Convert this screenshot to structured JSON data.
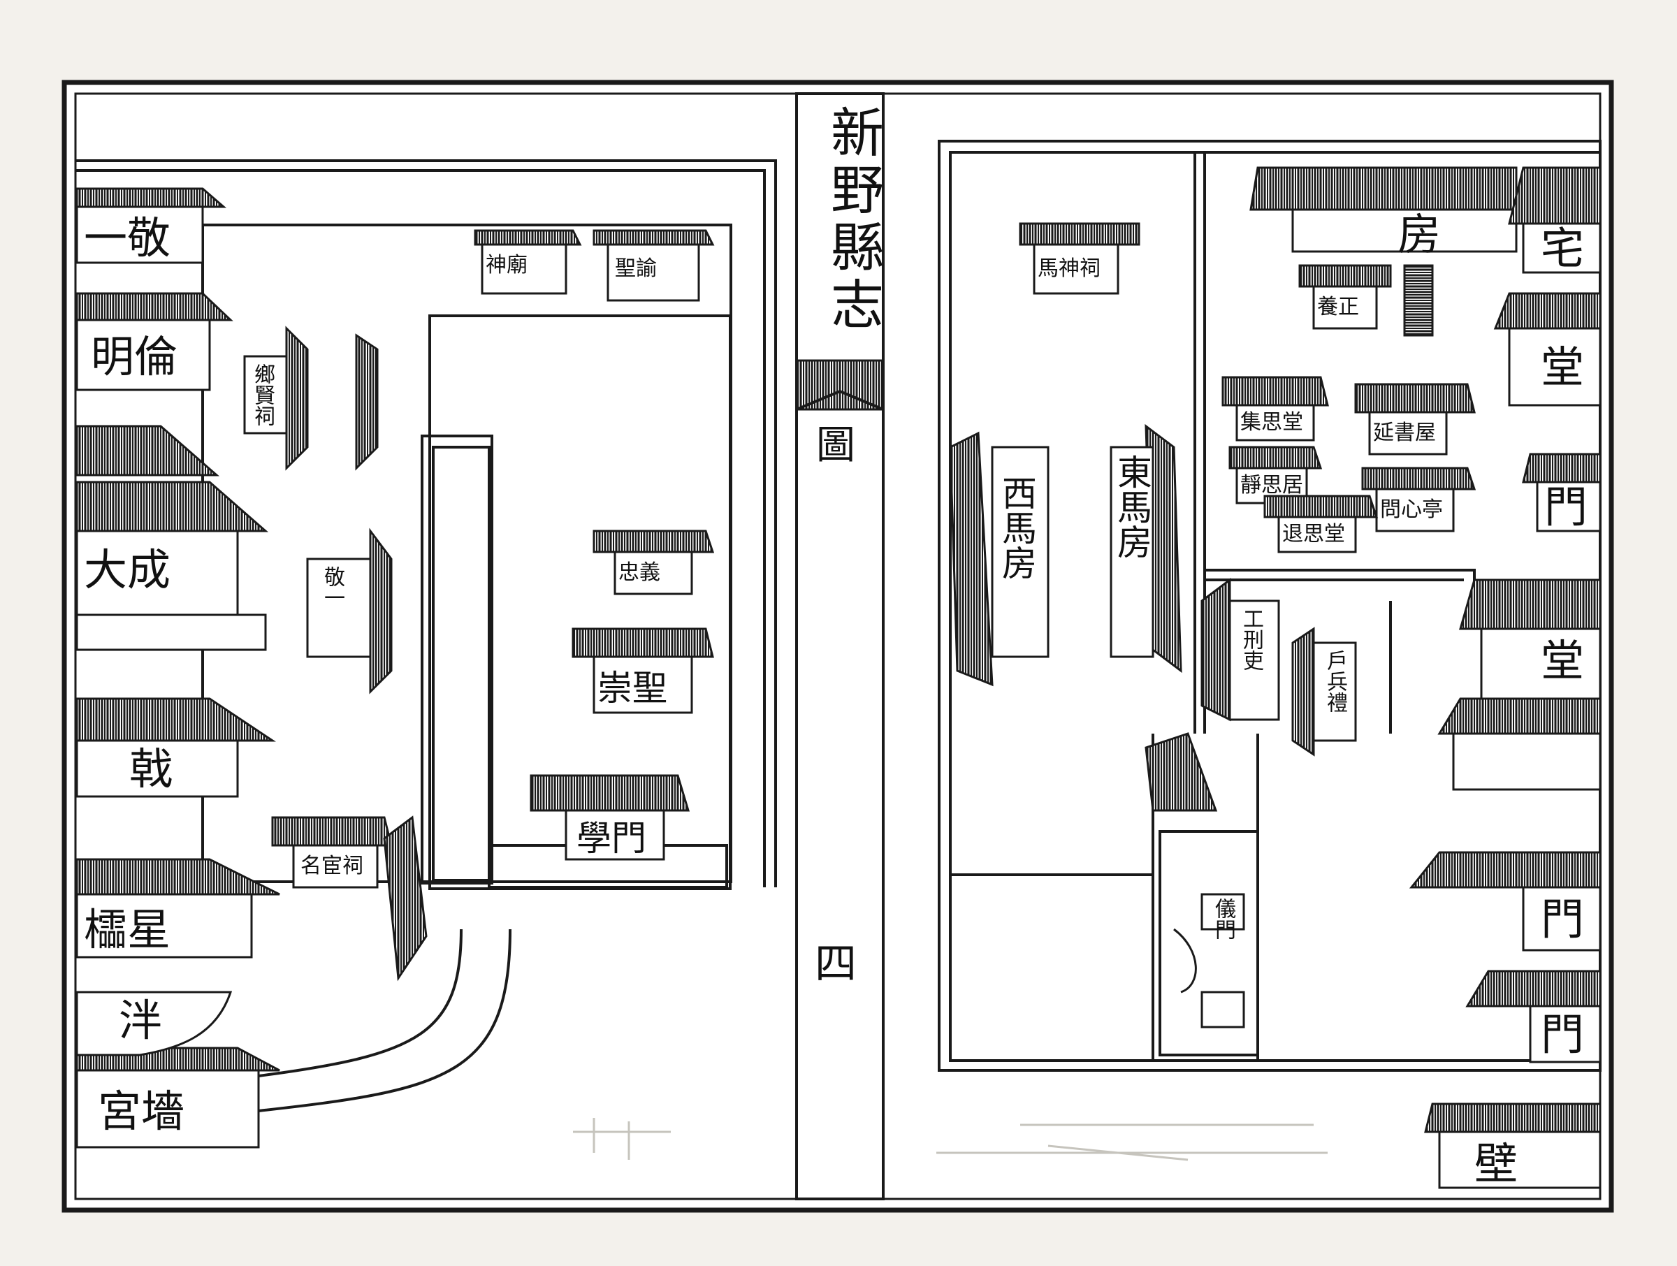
{
  "book": {
    "title": "新野縣志",
    "section": "圖",
    "page_number": "四"
  },
  "left_panel": {
    "labels": {
      "gate_top": "一敬",
      "minglun": "明倫",
      "dacheng": "大成",
      "ji": "戟",
      "lingxing": "櫺星",
      "pan": "泮",
      "gongqiang": "宮墻",
      "chongsheng": "崇聖",
      "xuemen": "學門",
      "minghuan": "名宦祠",
      "xiangxian": "鄉賢祠",
      "zhongyi": "忠義",
      "jingyi": "敬一",
      "shenbo": "神廟",
      "shengyi": "聖諭"
    }
  },
  "right_panel": {
    "labels": {
      "fang": "房",
      "zhai": "宅",
      "tang1": "堂",
      "men1": "門",
      "tang2": "堂",
      "men2": "門",
      "men3": "門",
      "bi": "壁",
      "mashen": "馬神祠",
      "yangzheng": "養正",
      "jisi": "集思堂",
      "tingshu": "延書屋",
      "jingsi": "靜思居",
      "wenxin": "問心亭",
      "tuisi": "退思堂",
      "east_horse": "東馬房",
      "west_horse": "西馬房",
      "gongli": "工刑吏",
      "hubing": "戶兵禮",
      "yimen": "儀門"
    }
  }
}
